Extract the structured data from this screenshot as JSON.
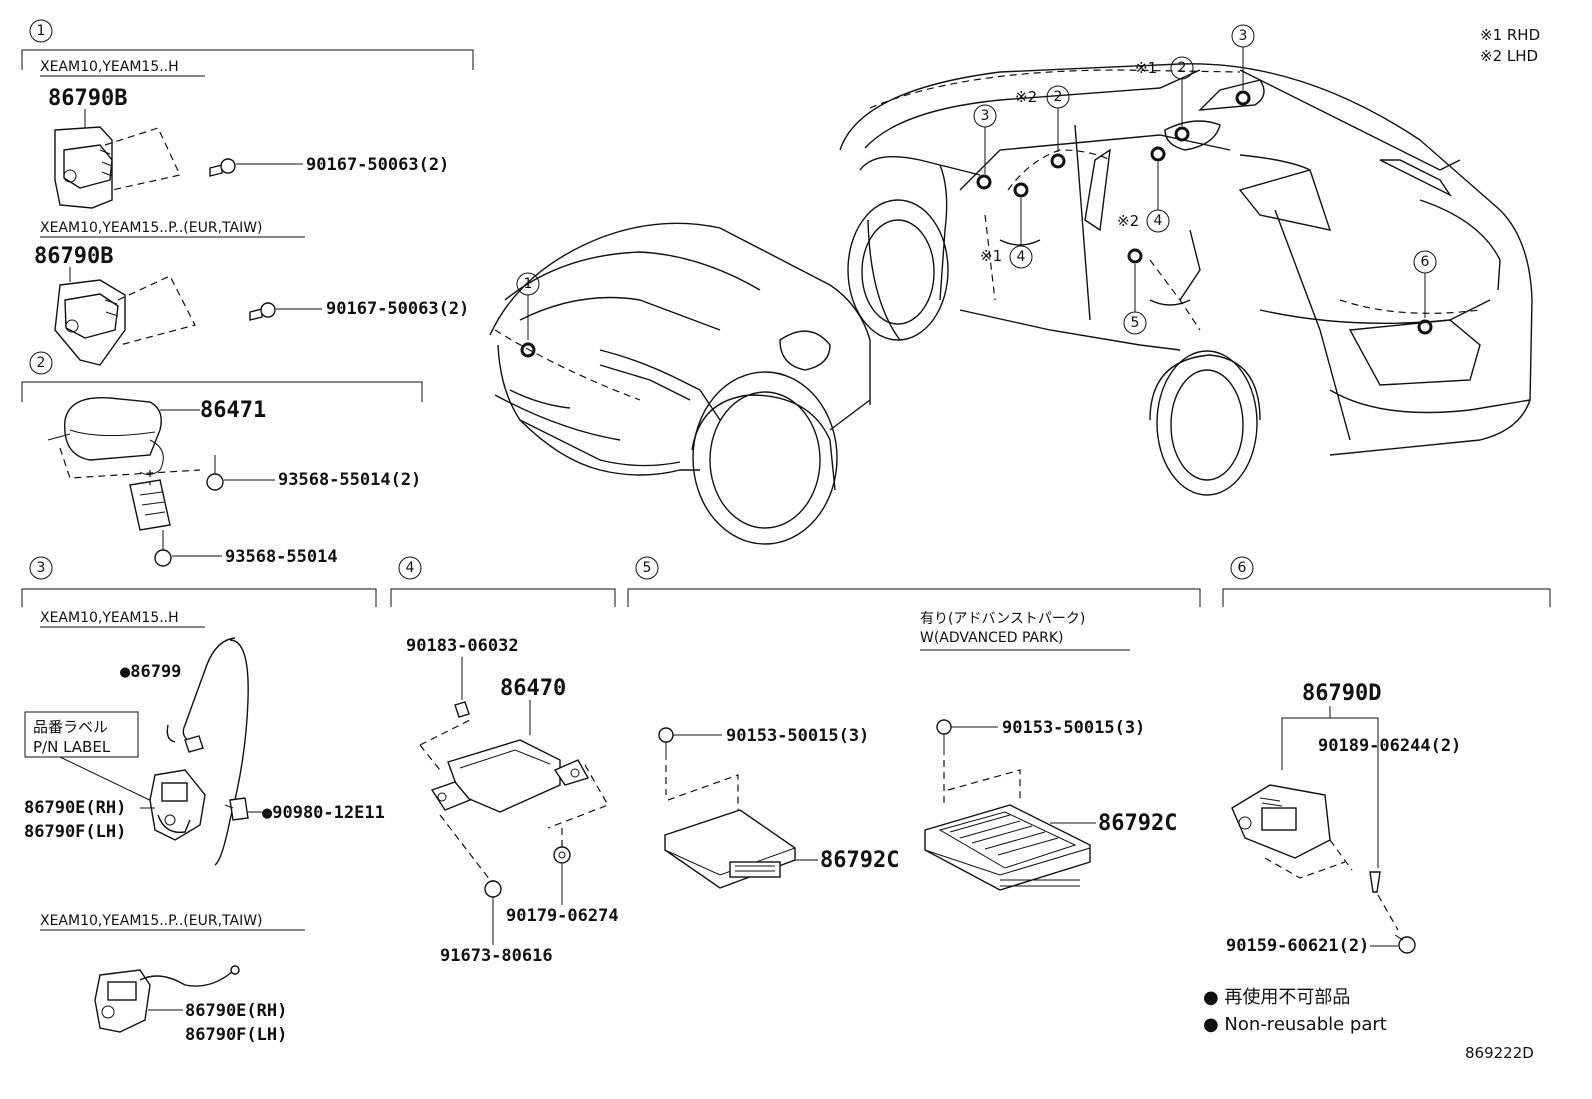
{
  "notes": {
    "rhd": "※1 RHD",
    "lhd": "※2 LHD"
  },
  "sections": {
    "s1": {
      "number": "1",
      "cond_a": "XEAM10,YEAM15..H",
      "part_a": "86790B",
      "bolt_a": "90167-50063(2)",
      "cond_b": "XEAM10,YEAM15..P..(EUR,TAIW)",
      "part_b": "86790B",
      "bolt_b": "90167-50063(2)"
    },
    "s2": {
      "number": "2",
      "part": "86471",
      "bolt_a": "93568-55014(2)",
      "bolt_b": "93568-55014"
    },
    "s3": {
      "number": "3",
      "cond_a": "XEAM10,YEAM15..H",
      "harness": "●86799",
      "label_jp": "品番ラベル",
      "label_en": "P/N LABEL",
      "camera_rh": "86790E(RH)",
      "camera_lh": "86790F(LH)",
      "clip": "●90980-12E11",
      "cond_b": "XEAM10,YEAM15..P..(EUR,TAIW)",
      "camera_rh_b": "86790E(RH)",
      "camera_lh_b": "86790F(LH)"
    },
    "s4": {
      "number": "4",
      "clip": "90183-06032",
      "part": "86470",
      "nut": "90179-06274",
      "bolt": "91673-80616"
    },
    "s5": {
      "number": "5",
      "bolt_a": "90153-50015(3)",
      "part_a": "86792C",
      "cond_jp": "有り(アドバンストパーク)",
      "cond_en": "W(ADVANCED PARK)",
      "bolt_b": "90153-50015(3)",
      "part_b": "86792C"
    },
    "s6": {
      "number": "6",
      "part": "86790D",
      "screw": "90189-06244(2)",
      "bolt": "90159-60621(2)"
    }
  },
  "callouts": {
    "c1": "1",
    "c2a": "2",
    "c2b": "2",
    "c3a": "3",
    "c3b": "3",
    "c4a": "4",
    "c4b": "4",
    "c5": "5",
    "c6": "6",
    "m1a": "※1",
    "m1b": "※1",
    "m2a": "※2",
    "m2b": "※2"
  },
  "legend": {
    "jp": "● 再使用不可部品",
    "en": "● Non-reusable part"
  },
  "diagram_code": "869222D"
}
